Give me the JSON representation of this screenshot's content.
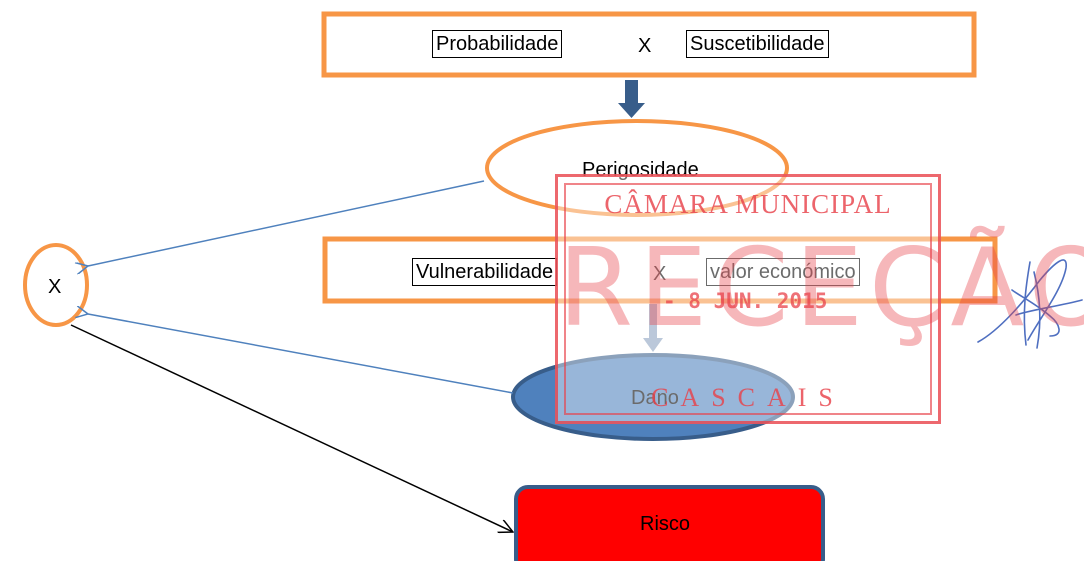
{
  "diagram": {
    "top_box": {
      "left_term": "Probabilidade",
      "operator": "X",
      "right_term": "Suscetibilidade"
    },
    "hazard_ellipse": {
      "label": "Perigosidade"
    },
    "middle_box": {
      "left_term": "Vulnerabilidade",
      "operator": "X",
      "right_term": "valor económico"
    },
    "damage_ellipse": {
      "label": "Dano"
    },
    "multiply_circle": {
      "label": "X"
    },
    "risk_box": {
      "label": "Risco"
    }
  },
  "stamp": {
    "line1": "CÂMARA MUNICIPAL",
    "line2": "RECEÇÃO",
    "date": "- 8 JUN. 2015",
    "line3": "CASCAIS"
  },
  "colors": {
    "orange": "#F79646",
    "dark_blue": "#385D8A",
    "arrow_blue": "#4F81BD",
    "stamp_red": "#E8424A",
    "risk_fill": "#FF0000"
  }
}
